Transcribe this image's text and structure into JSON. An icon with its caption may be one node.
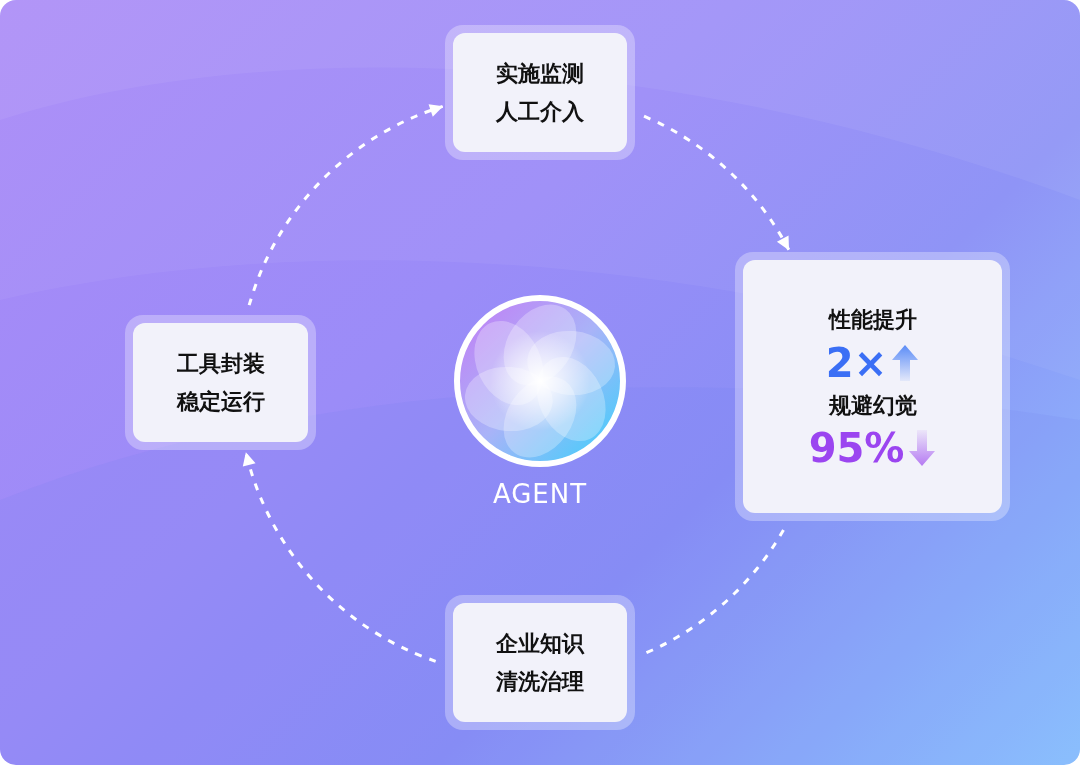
{
  "diagram": {
    "nodes": [
      {
        "text": [
          "实施监测人工介入"
        ]
      },
      {
        "text": [
          "性能提升",
          "2×",
          "规避幻觉",
          "95%"
        ]
      },
      {
        "text": [
          "企业知识清洗治理"
        ]
      },
      {
        "text": [
          "工具封装稳定运行"
        ]
      },
      {
        "text": [
          "AGENT"
        ]
      }
    ],
    "edges": [
      {
        "from": 3,
        "to": 0,
        "arrow": "to",
        "style": "dashed"
      },
      {
        "from": 0,
        "to": 1,
        "arrow": "to",
        "style": "dashed"
      },
      {
        "from": 1,
        "to": 2,
        "arrow": "none",
        "style": "dashed"
      },
      {
        "from": 2,
        "to": 3,
        "arrow": "to",
        "style": "dashed"
      }
    ]
  }
}
